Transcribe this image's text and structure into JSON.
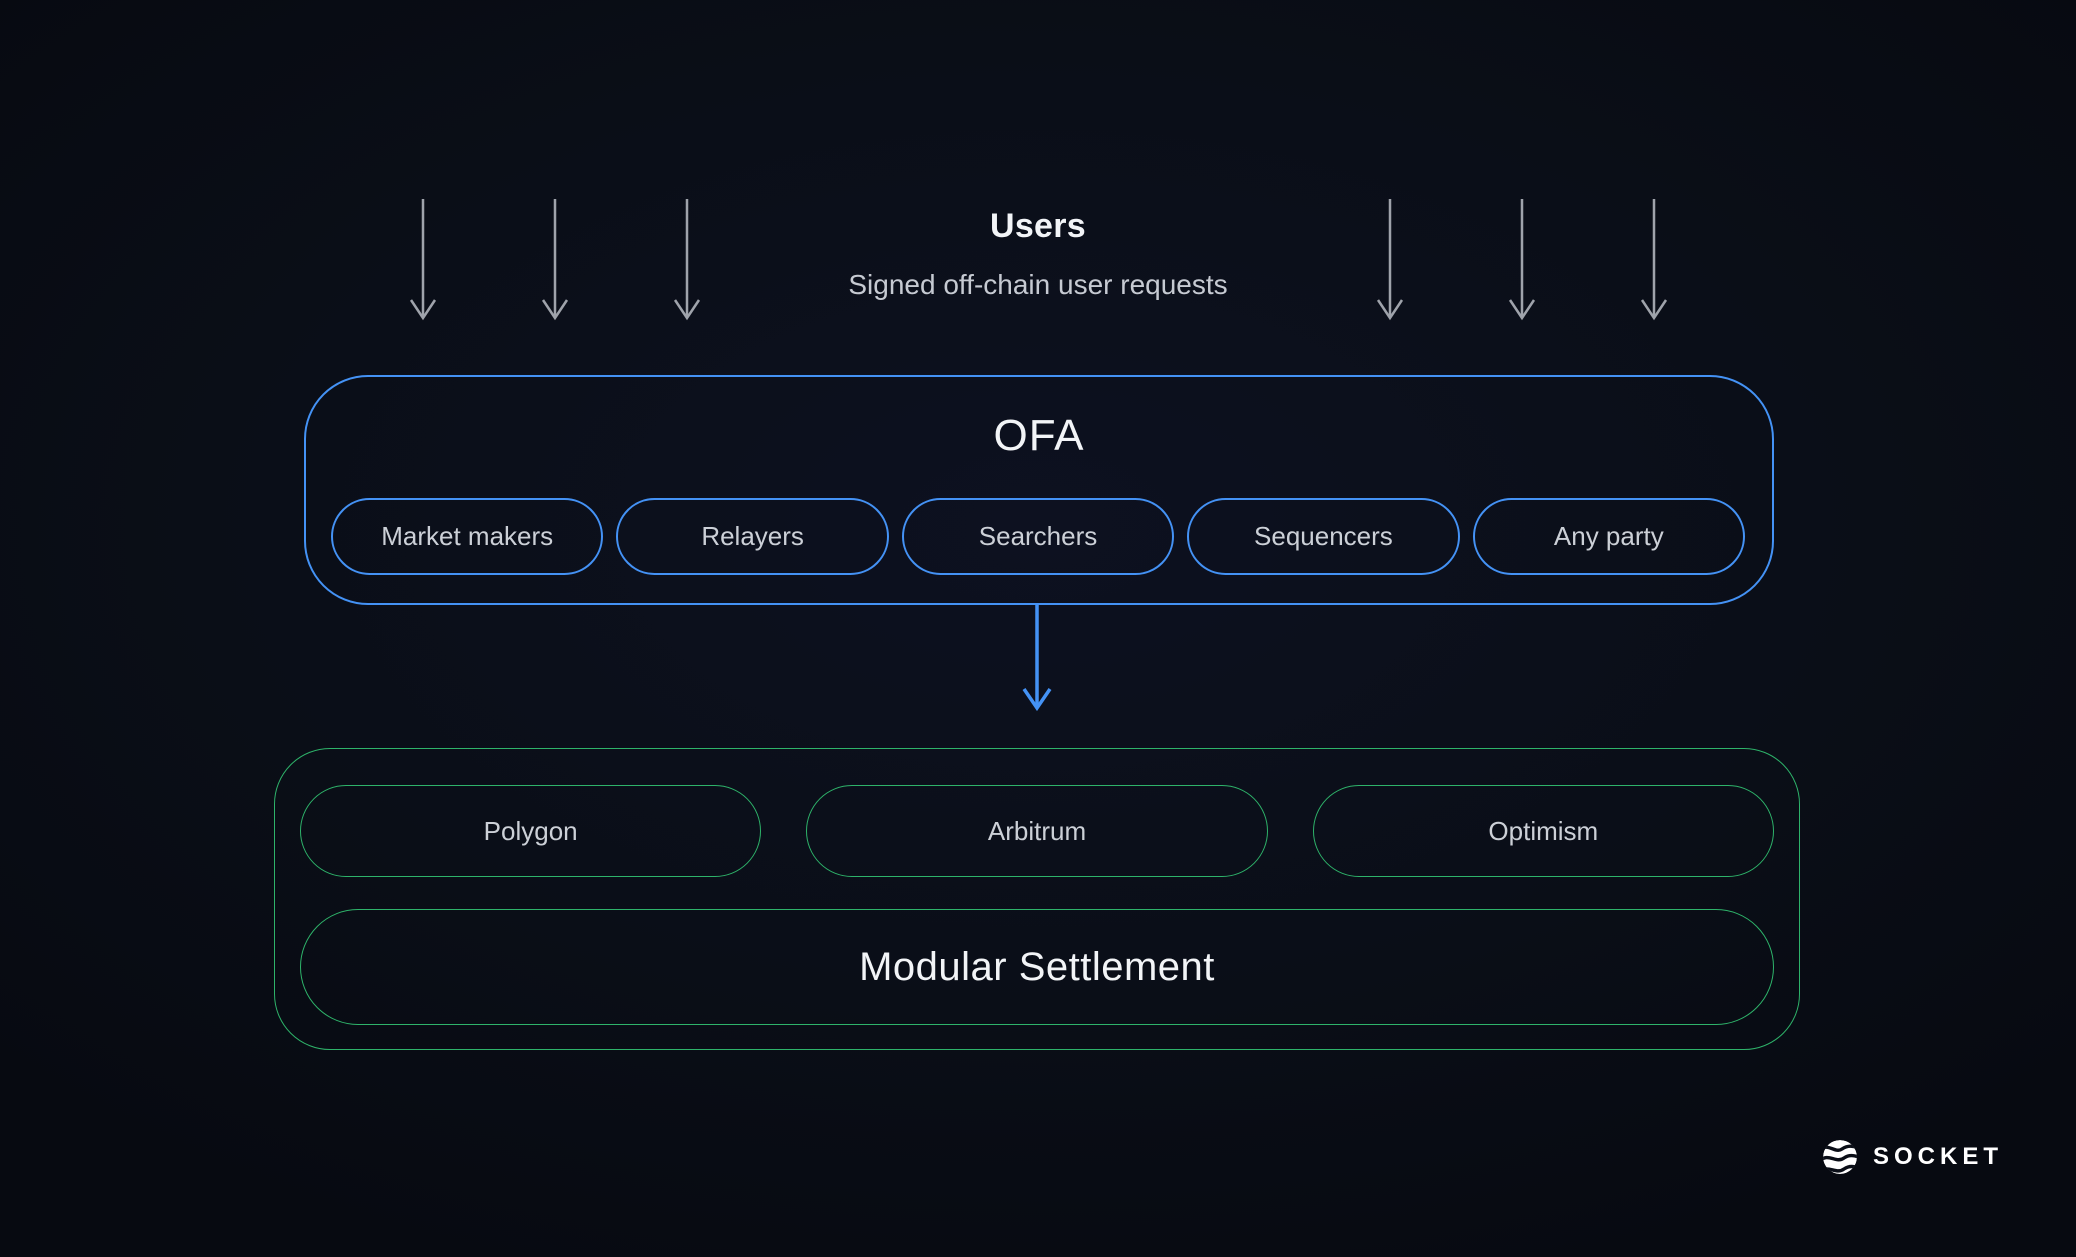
{
  "colors": {
    "background": "#0a0e17",
    "accent_blue": "#4492f5",
    "accent_green": "#2eb36a",
    "arrow_gray": "#9fa3ab",
    "text_primary": "#f2f4f7",
    "text_secondary": "#c6cad2",
    "pill_text": "#ccd0d7"
  },
  "users": {
    "title": "Users",
    "subtitle": "Signed off-chain user requests"
  },
  "ofa": {
    "title": "OFA",
    "participants": [
      "Market makers",
      "Relayers",
      "Searchers",
      "Sequencers",
      "Any party"
    ]
  },
  "chains": {
    "items": [
      "Polygon",
      "Arbitrum",
      "Optimism"
    ]
  },
  "settlement": {
    "label": "Modular Settlement"
  },
  "brand": {
    "name": "SOCKET"
  }
}
